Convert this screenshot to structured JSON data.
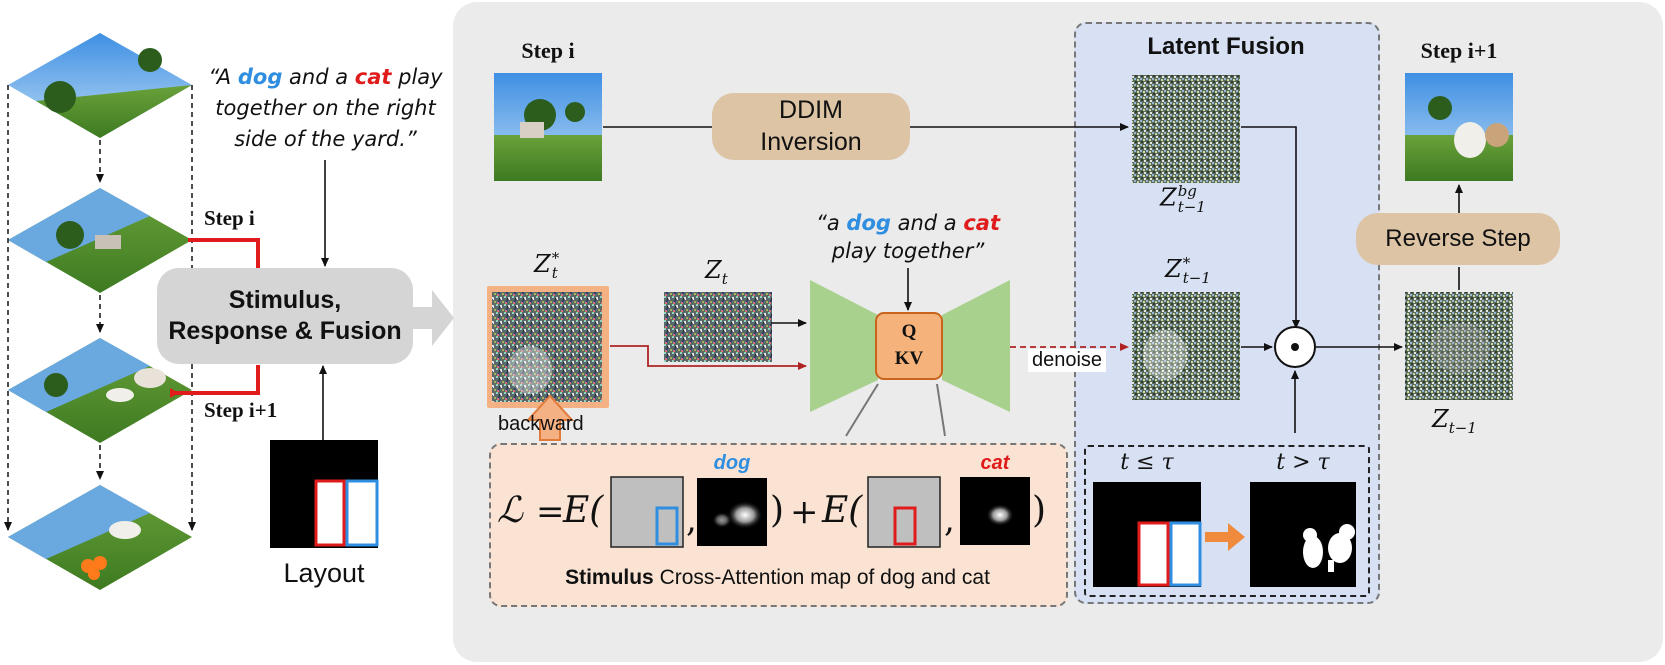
{
  "caption_prompt": {
    "line1_pre": "“A ",
    "line1_dog": "dog",
    "line1_mid": " and a ",
    "line1_cat": "cat",
    "line1_post": " play",
    "line2": "together on the right",
    "line3": "side of the yard.”"
  },
  "left": {
    "step_i": "Step i",
    "step_i1": "Step i+1",
    "srf_line1": "Stimulus,",
    "srf_line2": "Response & Fusion",
    "layout_label": "Layout"
  },
  "main": {
    "step_i": "Step i",
    "ddim_line1": "DDIM",
    "ddim_line2": "Inversion",
    "latent_fusion": "Latent Fusion",
    "step_i1": "Step i+1",
    "reverse_step": "Reverse Step",
    "z_star_t_base": "Z",
    "z_star_t_sup": "*",
    "z_star_t_sub": "t",
    "z_t_base": "Z",
    "z_t_sub": "t",
    "z_bg_base": "Z",
    "z_bg_sup": "bg",
    "z_bg_sub": "t−1",
    "z_star_base": "Z",
    "z_star_sup": "*",
    "z_star_sub": "t−1",
    "z_out_base": "Z",
    "z_out_sub": "t−1",
    "unet_q": "Q",
    "unet_kv": "KV",
    "unet_prompt": {
      "pre": "“a ",
      "dog": "dog",
      "mid": " and a ",
      "cat": "cat",
      "line2": "play together”"
    },
    "denoise": "denoise",
    "backward": "backward",
    "odot": "⊙"
  },
  "loss": {
    "L": "ℒ",
    "eq": "=",
    "E1": "E(",
    "comma1": ",",
    "close1": ")",
    "plus": "+",
    "E2": "E(",
    "comma2": ",",
    "close2": ")",
    "dog_label": "dog",
    "cat_label": "cat",
    "caption_bold": "Stimulus",
    "caption_rest": " Cross-Attention map of dog and cat"
  },
  "threshold": {
    "left": "t ≤ τ",
    "right": "t > τ"
  },
  "colors": {
    "panel_bg": "#ebebeb",
    "latent_fusion_bg": "#d7e1f3",
    "beige": "#dcc4a5",
    "loss_bg": "#fae3d3",
    "unet_green": "#a9d18e",
    "qkv_orange": "#f5b27a",
    "highlight_orange": "#f4b183",
    "arrow_red": "#b02323",
    "dog_blue": "#2f8ee0",
    "cat_red": "#e01b1b"
  }
}
